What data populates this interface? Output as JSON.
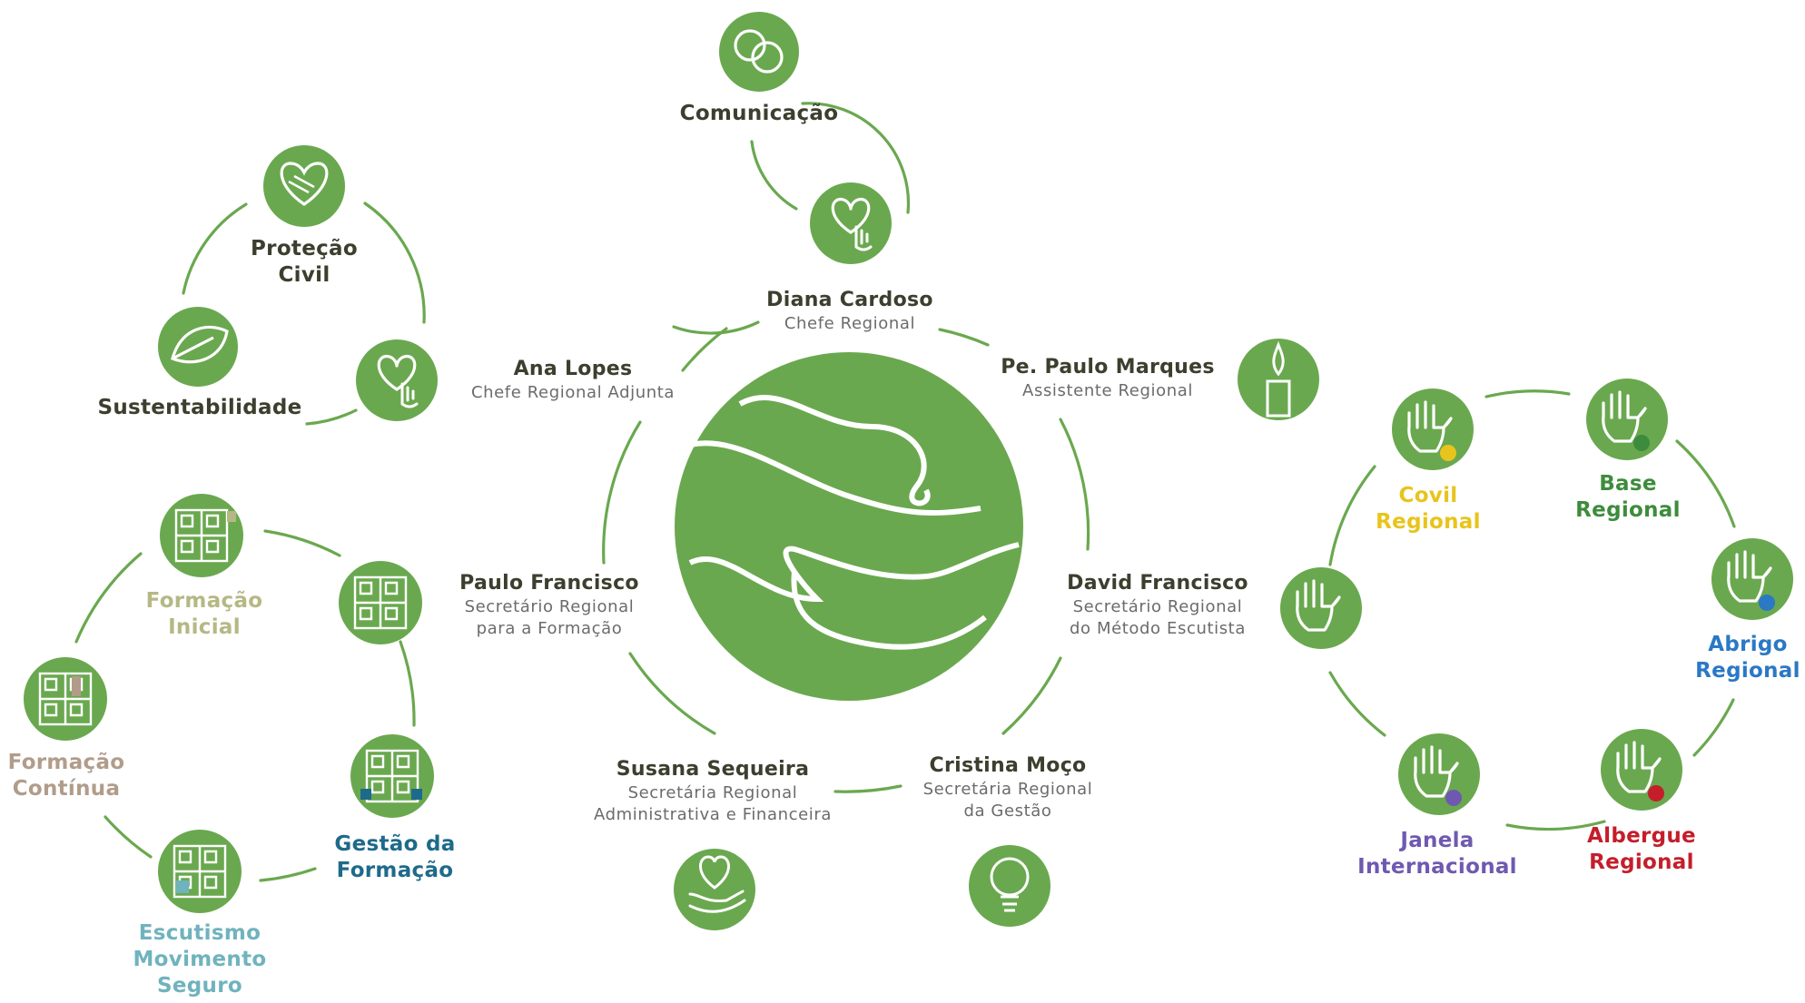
{
  "colors": {
    "green": "#6aa84f",
    "dark_text": "#3c3f2e",
    "formacao_inicial": "#b5b884",
    "formacao_continua": "#b19c8a",
    "gestao_formacao": "#1e6a8a",
    "escutismo": "#6fb3bd",
    "covil": "#e8c41c",
    "base": "#3d8c3d",
    "abrigo": "#2b78c5",
    "albergue": "#c41e2b",
    "janela": "#6f59b0"
  },
  "leaders": {
    "diana": {
      "name": "Diana Cardoso",
      "role": "Chefe Regional"
    },
    "ana": {
      "name": "Ana Lopes",
      "role": "Chefe Regional Adjunta"
    },
    "paulo_marques": {
      "name": "Pe. Paulo Marques",
      "role": "Assistente Regional"
    },
    "paulo_francisco": {
      "name": "Paulo Francisco",
      "role1": "Secretário Regional",
      "role2": "para a Formação"
    },
    "david": {
      "name": "David Francisco",
      "role1": "Secretário Regional",
      "role2": "do Método Escutista"
    },
    "susana": {
      "name": "Susana Sequeira",
      "role1": "Secretária Regional",
      "role2": "Administrativa e Financeira"
    },
    "cristina": {
      "name": "Cristina Moço",
      "role1": "Secretária Regional",
      "role2": "da Gestão"
    }
  },
  "communication": {
    "label": "Comunicação",
    "icons": [
      "speech-bubbles-icon",
      "heart-hand-icon"
    ]
  },
  "protection": {
    "protecao_1": "Proteção",
    "protecao_2": "Civil",
    "sustentabilidade": "Sustentabilidade",
    "icons": [
      "heart-handshake-icon",
      "leaf-icon",
      "heart-hand-icon"
    ]
  },
  "training": {
    "inicial_1": "Formação",
    "inicial_2": "Inicial",
    "continua_1": "Formação",
    "continua_2": "Contínua",
    "gestao_1": "Gestão da",
    "gestao_2": "Formação",
    "escutismo_1": "Escutismo",
    "escutismo_2": "Movimento",
    "escutismo_3": "Seguro",
    "icons": [
      "hands-puzzle-icon"
    ]
  },
  "regional": {
    "covil_1": "Covil",
    "covil_2": "Regional",
    "base_1": "Base",
    "base_2": "Regional",
    "abrigo_1": "Abrigo",
    "abrigo_2": "Regional",
    "albergue_1": "Albergue",
    "albergue_2": "Regional",
    "janela_1": "Janela",
    "janela_2": "Internacional",
    "icons": [
      "raised-hand-icon"
    ]
  },
  "other_icons": [
    "candle-icon",
    "heart-in-hand-icon",
    "lightbulb-icon",
    "globe-waves-icon"
  ]
}
